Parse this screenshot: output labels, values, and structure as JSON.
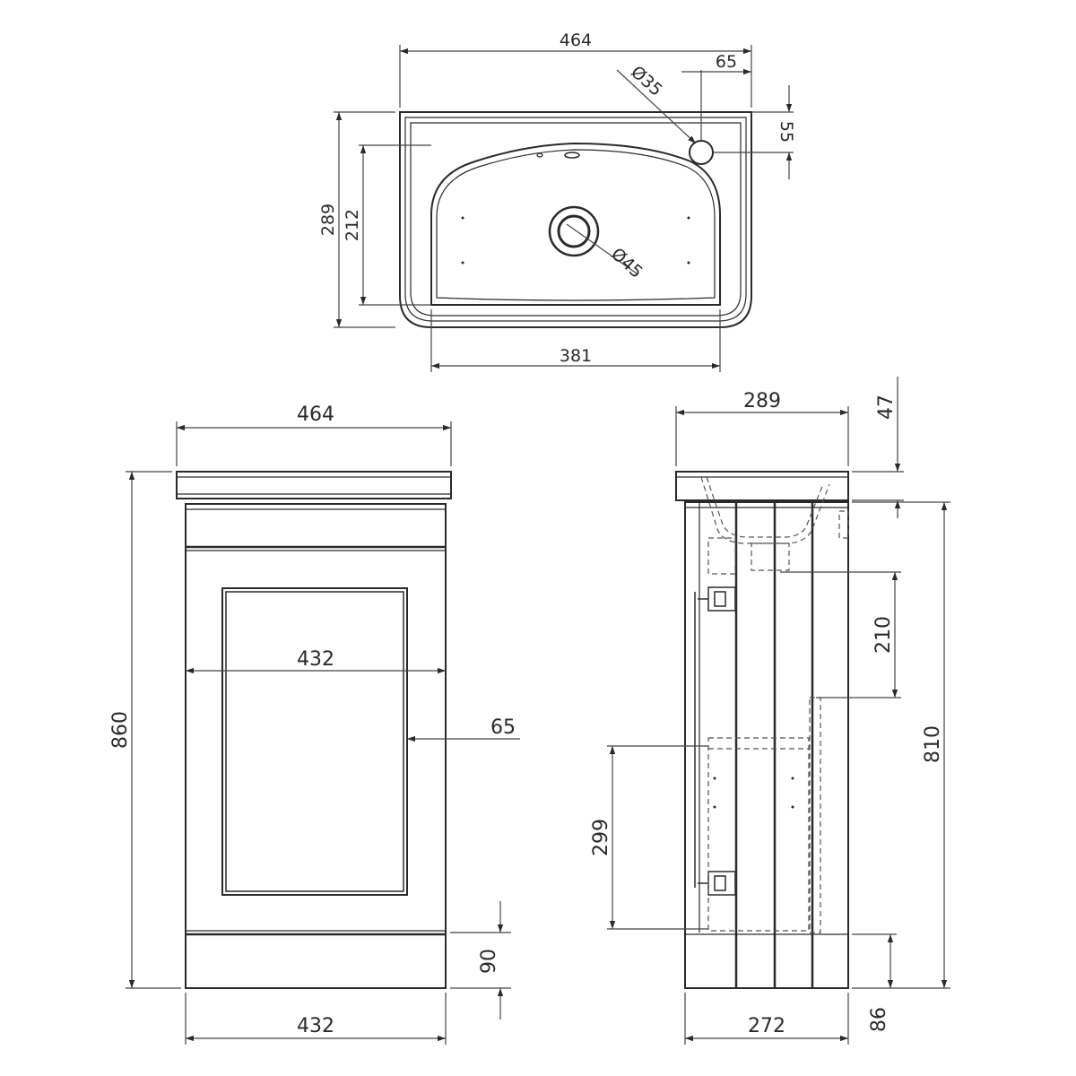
{
  "top_view": {
    "overall_width": "464",
    "tap_offset": "65",
    "tap_hole_diameter": "Ø35",
    "tap_depth": "55",
    "overall_depth": "289",
    "bowl_depth": "212",
    "waste_diameter": "Ø45",
    "bowl_width": "381"
  },
  "front_view": {
    "basin_width": "464",
    "door_width": "432",
    "side_inset": "65",
    "overall_height": "860",
    "plinth_height": "90",
    "cabinet_width": "432"
  },
  "side_view": {
    "basin_depth": "289",
    "basin_thickness": "47",
    "upper_section": "210",
    "cabinet_height": "810",
    "lower_section": "299",
    "plinth_height": "86",
    "cabinet_depth": "272"
  },
  "colors": {
    "line": "#2a2a2a",
    "dim_line": "#444444",
    "background": "#ffffff"
  }
}
